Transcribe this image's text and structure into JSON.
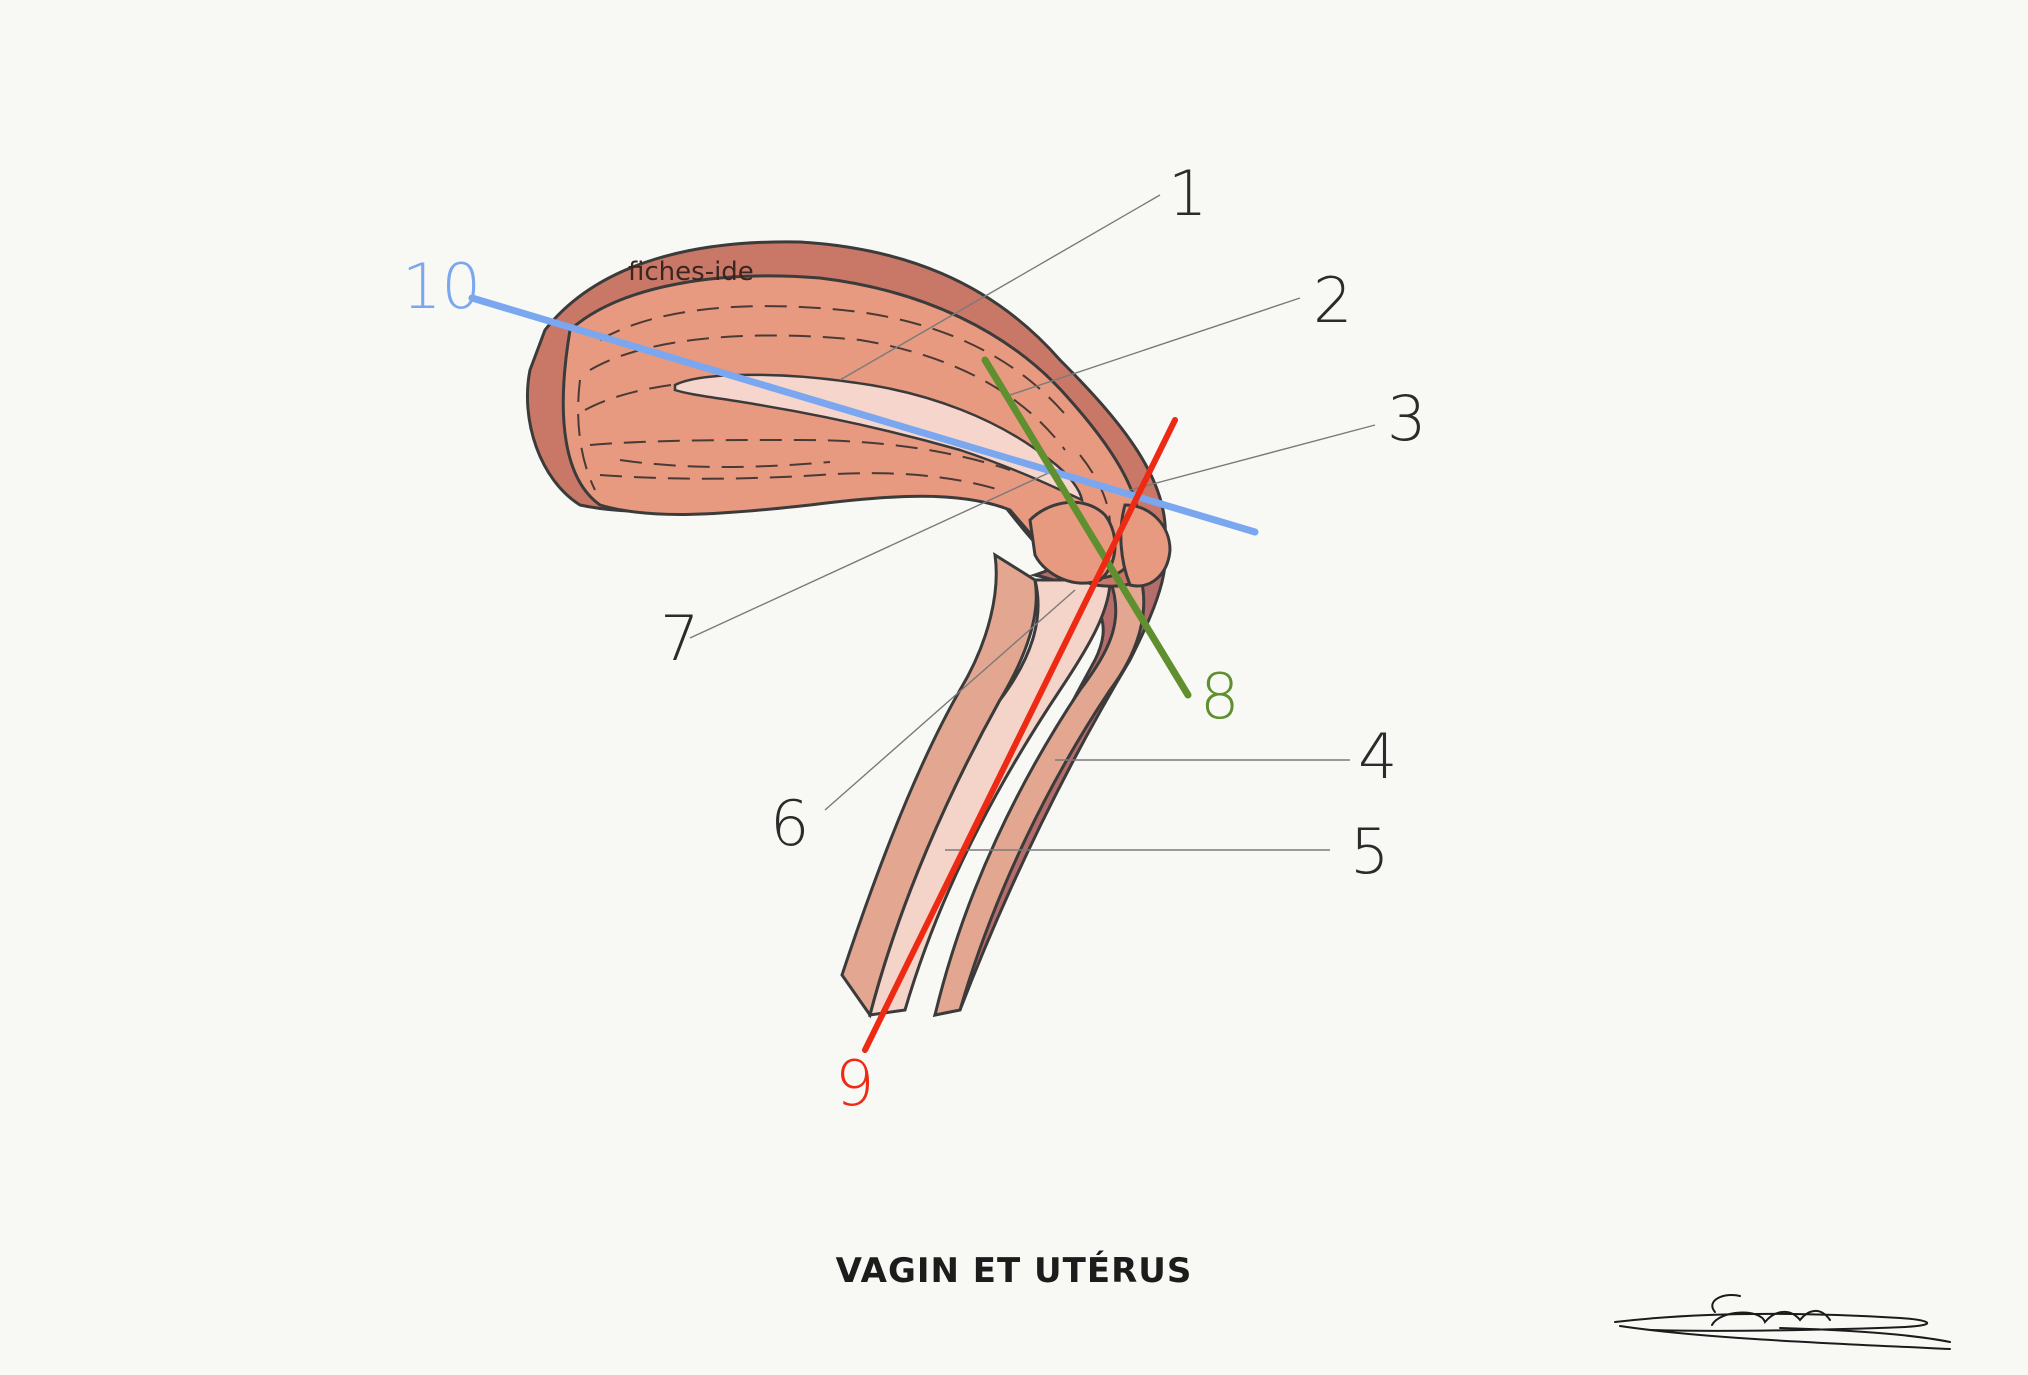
{
  "diagram": {
    "title": "VAGIN ET UTÉRUS",
    "watermark": "fiches-ide",
    "labels": {
      "l1": "1",
      "l2": "2",
      "l3": "3",
      "l4": "4",
      "l5": "5",
      "l6": "6",
      "l7": "7",
      "l8": "8",
      "l9": "9",
      "l10": "10"
    },
    "colors": {
      "uterus_outer": "#c97868",
      "uterus_muscle": "#e79a80",
      "cavity": "#f6d6cc",
      "vagina_wall": "#e3a791",
      "vagina_lumen": "#f4d3c8",
      "vagina_back_edge": "#b56d6b",
      "line_10": "#7aa7ef",
      "line_8": "#5f8f2e",
      "line_9": "#ee2a14",
      "background": "#f8f8f5"
    },
    "signature_icon": "signature-icon"
  }
}
